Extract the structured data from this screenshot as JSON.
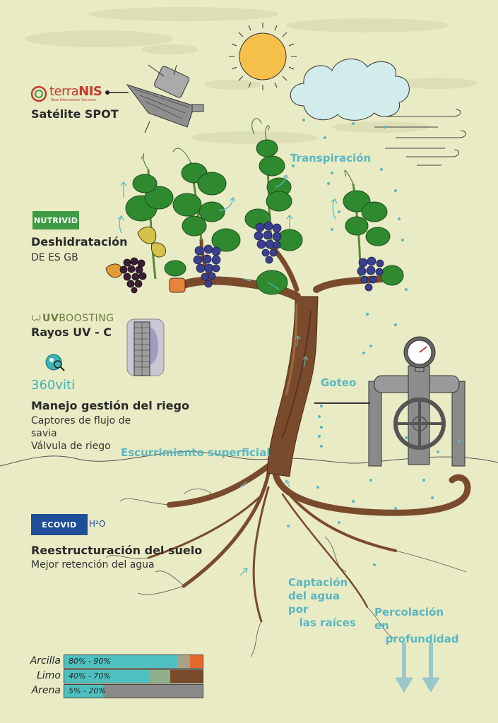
{
  "satellite": {
    "brand_name_a": "terra",
    "brand_name_b": "NIS",
    "brand_tagline": "New Information Services",
    "heading": "Satélite SPOT"
  },
  "dehydration": {
    "brand": "NUTRIVID",
    "heading": "Deshidratación",
    "sub": "DE ES GB"
  },
  "uv": {
    "brand_a": "UV",
    "brand_b": "BOOSTING",
    "heading": "Rayos UV - C"
  },
  "irrigation": {
    "brand": "360viti",
    "heading": "Manejo gestión del riego",
    "sub_1": "Captores de flujo de",
    "sub_2": "savia",
    "sub_3": "Válvula de riego"
  },
  "soil": {
    "brand": "ECOVID",
    "brand_suffix": "H²O",
    "heading": "Reestructuración del suelo",
    "sub": "Mejor retención del agua"
  },
  "process_labels": {
    "transpiration": "Transpiración",
    "drip": "Goteo",
    "runoff": "Escurrimiento superficial",
    "uptake": "Captación\ndel agua\npor\n   las raíces",
    "percolation": "Percolación\nen\n   profundidad"
  },
  "soil_table": [
    {
      "name": "Arcilla",
      "range": "80% - 90%"
    },
    {
      "name": "Limo",
      "range": "40% - 70%"
    },
    {
      "name": "Arena",
      "range": "5% - 20%"
    }
  ],
  "colors": {
    "background": "#e8ebc4",
    "label_teal": "#5ab7c2",
    "terranis_red": "#c63a2e",
    "nutrivid_green": "#3e9a43",
    "ecovid_blue": "#1f4f99",
    "trunk_brown": "#7a4a2c",
    "leaf_green": "#2f8a2f",
    "grape_purple": "#3b3f8f",
    "sun_yellow": "#f5c04a"
  }
}
